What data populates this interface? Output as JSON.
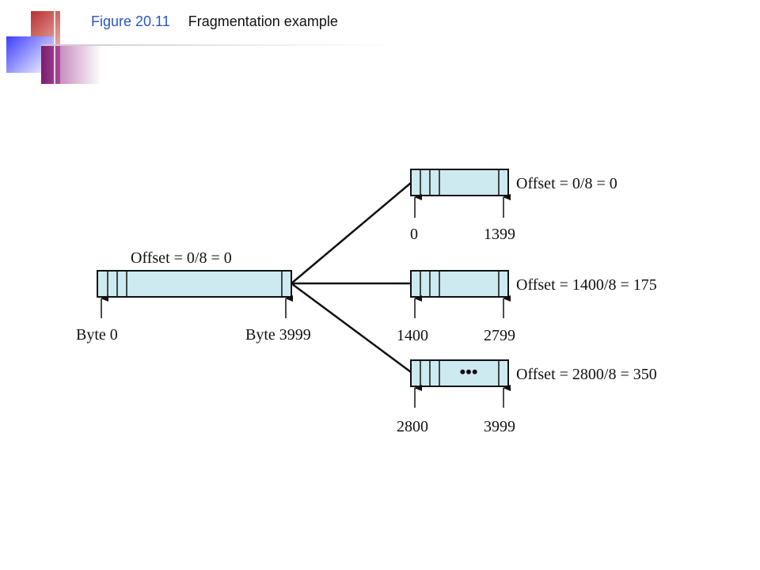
{
  "header": {
    "figure_number": "Figure 20.11",
    "figure_title": "Fragmentation example"
  },
  "colors": {
    "packet_fill": "#cdeaf0",
    "stroke": "#111111",
    "figure_number": "#2a55c8"
  },
  "diagram": {
    "original": {
      "offset_label": "Offset = 0/8 = 0",
      "start_label": "Byte 0",
      "end_label": "Byte 3999"
    },
    "fragments": [
      {
        "offset_label": "Offset = 0/8 = 0",
        "start_label": "0",
        "end_label": "1399",
        "has_ellipsis": false
      },
      {
        "offset_label": "Offset = 1400/8 = 175",
        "start_label": "1400",
        "end_label": "2799",
        "has_ellipsis": false
      },
      {
        "offset_label": "Offset = 2800/8 = 350",
        "start_label": "2800",
        "end_label": "3999",
        "has_ellipsis": true,
        "ellipsis": "•••"
      }
    ]
  }
}
